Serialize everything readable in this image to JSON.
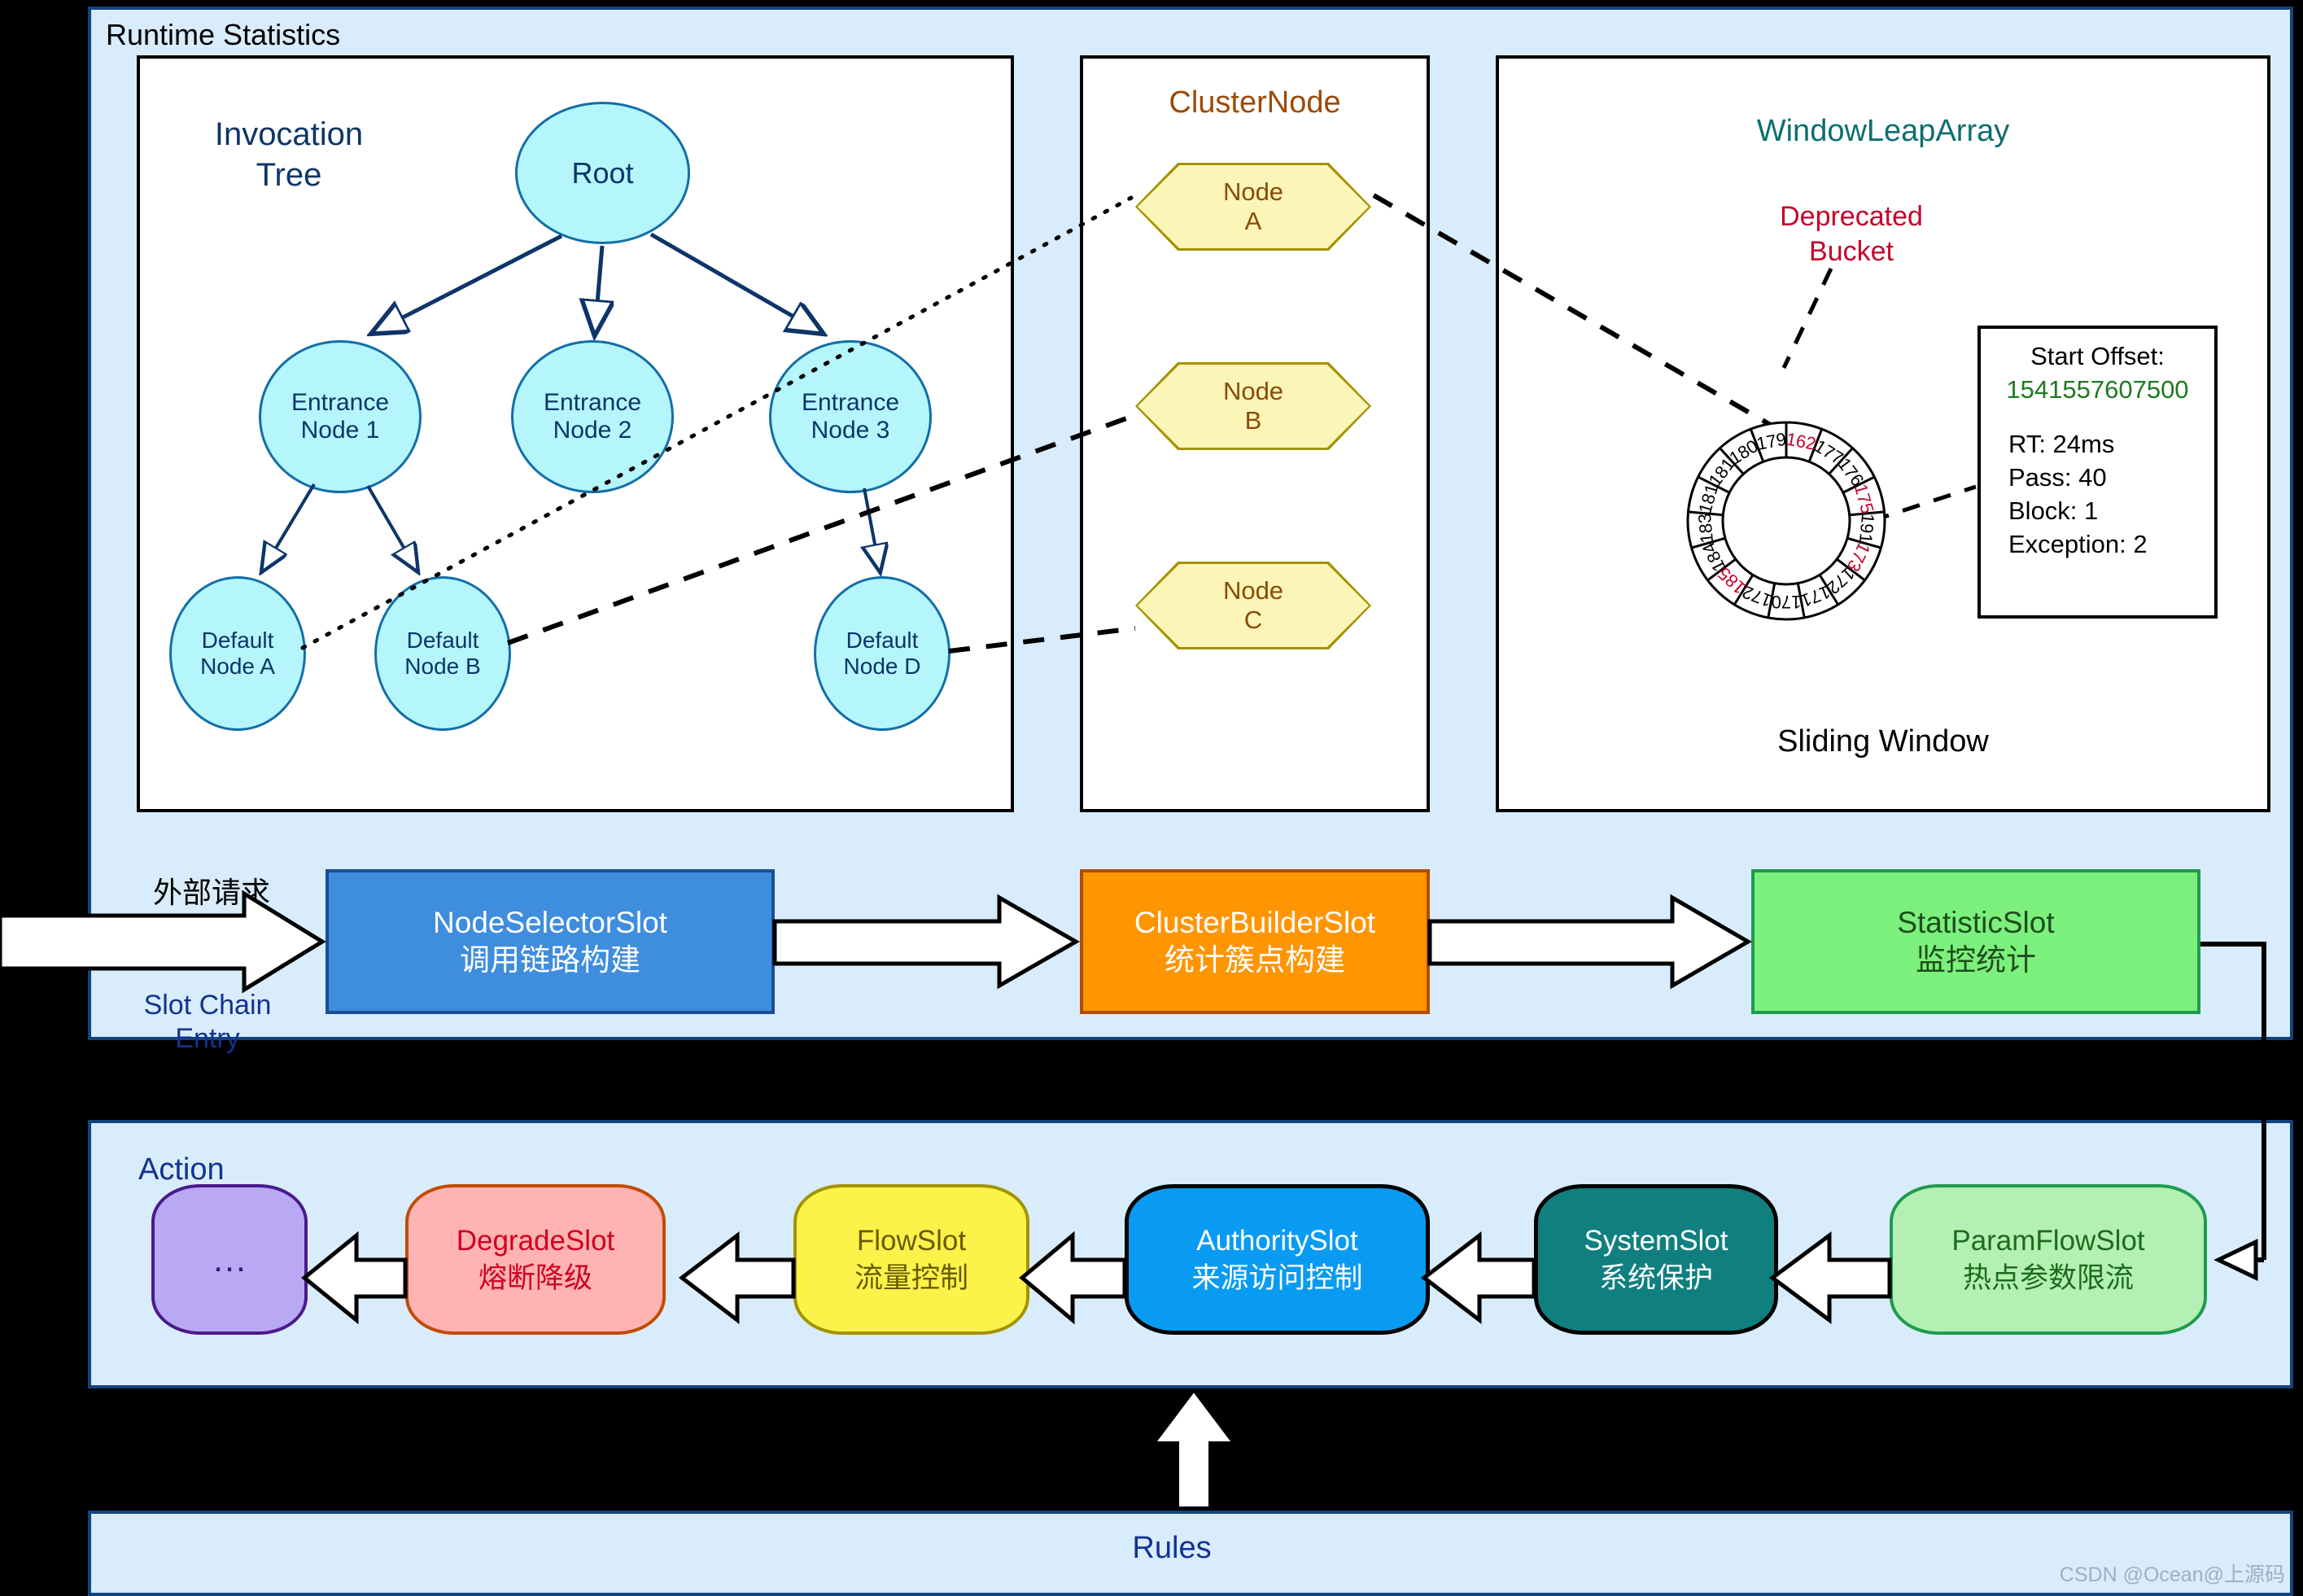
{
  "panels": {
    "runtime_title": "Runtime Statistics",
    "action_title": "Action",
    "rules_title": "Rules"
  },
  "invocation_tree": {
    "title_line1": "Invocation",
    "title_line2": "Tree",
    "nodes": [
      {
        "id": "root",
        "label": "Root"
      },
      {
        "id": "e1",
        "label": "Entrance\nNode 1",
        "l1": "Entrance",
        "l2": "Node 1"
      },
      {
        "id": "e2",
        "label": "Entrance\nNode 2",
        "l1": "Entrance",
        "l2": "Node 2"
      },
      {
        "id": "e3",
        "label": "Entrance\nNode 3",
        "l1": "Entrance",
        "l2": "Node 3"
      },
      {
        "id": "dA",
        "l1": "Default",
        "l2": "Node A"
      },
      {
        "id": "dB",
        "l1": "Default",
        "l2": "Node B"
      },
      {
        "id": "dD",
        "l1": "Default",
        "l2": "Node D"
      }
    ]
  },
  "cluster_node": {
    "title": "ClusterNode",
    "nodes": [
      {
        "l1": "Node",
        "l2": "A"
      },
      {
        "l1": "Node",
        "l2": "B"
      },
      {
        "l1": "Node",
        "l2": "C"
      }
    ]
  },
  "window_leap_array": {
    "title": "WindowLeapArray",
    "deprecated_label_l1": "Deprecated",
    "deprecated_label_l2": "Bucket",
    "sliding_window_label": "Sliding Window",
    "ring_buckets": [
      {
        "value": "162",
        "deprecated": true
      },
      {
        "value": "177",
        "deprecated": false
      },
      {
        "value": "176",
        "deprecated": false
      },
      {
        "value": "175",
        "deprecated": true
      },
      {
        "value": "191",
        "deprecated": false
      },
      {
        "value": "173",
        "deprecated": true
      },
      {
        "value": "172",
        "deprecated": false
      },
      {
        "value": "171",
        "deprecated": false
      },
      {
        "value": "170",
        "deprecated": false
      },
      {
        "value": "172",
        "deprecated": false
      },
      {
        "value": "185",
        "deprecated": true
      },
      {
        "value": "184",
        "deprecated": false
      },
      {
        "value": "183",
        "deprecated": false
      },
      {
        "value": "181",
        "deprecated": false
      },
      {
        "value": "181",
        "deprecated": false
      },
      {
        "value": "180",
        "deprecated": false
      },
      {
        "value": "179",
        "deprecated": false
      }
    ],
    "detail_box": {
      "start_offset_label": "Start Offset:",
      "start_offset_value": "1541557607500",
      "rt": "RT: 24ms",
      "pass": "Pass: 40",
      "block": "Block: 1",
      "exception": "Exception: 2"
    }
  },
  "slot_chain": {
    "external_request_label": "外部请求",
    "entry_label_l1": "Slot Chain",
    "entry_label_l2": "Entry",
    "slots": [
      {
        "name": "NodeSelectorSlot",
        "cn": "调用链路构建",
        "fill": "#3f8ddd",
        "border": "#1a4d96",
        "text": "#ffffff"
      },
      {
        "name": "ClusterBuilderSlot",
        "cn": "统计簇点构建",
        "fill": "#ff9500",
        "border": "#b04d00",
        "text": "#ffffff"
      },
      {
        "name": "StatisticSlot",
        "cn": "监控统计",
        "fill": "#7cf07c",
        "border": "#1f9a4e",
        "text": "#1d4d1d"
      }
    ]
  },
  "action_chain": {
    "slots": [
      {
        "name": "…",
        "cn": "",
        "fill": "#b9a9f5",
        "border": "#4a1a8a",
        "text": "#2b1a7a"
      },
      {
        "name": "DegradeSlot",
        "cn": "熔断降级",
        "fill": "#ffb3b3",
        "border": "#c24b00",
        "text": "#d00020"
      },
      {
        "name": "FlowSlot",
        "cn": "流量控制",
        "fill": "#fbf34a",
        "border": "#a39300",
        "text": "#6b5a00"
      },
      {
        "name": "AuthoritySlot",
        "cn": "来源访问控制",
        "fill": "#099bf2",
        "border": "#000000",
        "text": "#ffffff"
      },
      {
        "name": "SystemSlot",
        "cn": "系统保护",
        "fill": "#0f7f7f",
        "border": "#000000",
        "text": "#ffffff"
      },
      {
        "name": "ParamFlowSlot",
        "cn": "热点参数限流",
        "fill": "#b4f0b4",
        "border": "#1f9a4e",
        "text": "#1d6b1d"
      }
    ]
  },
  "colors": {
    "panel_bg": "#d9ecfb",
    "panel_border": "#11447e",
    "node_fill": "#b4f6fb",
    "node_border": "#136ea8",
    "node_text": "#0d3569",
    "cluster_title": "#9c4a07",
    "window_title": "#0f6e6e",
    "deprecated": "#c5002a",
    "offset_value": "#1f7a1f",
    "label_blue": "#12338f"
  },
  "watermark": "CSDN @Ocean@上源码"
}
